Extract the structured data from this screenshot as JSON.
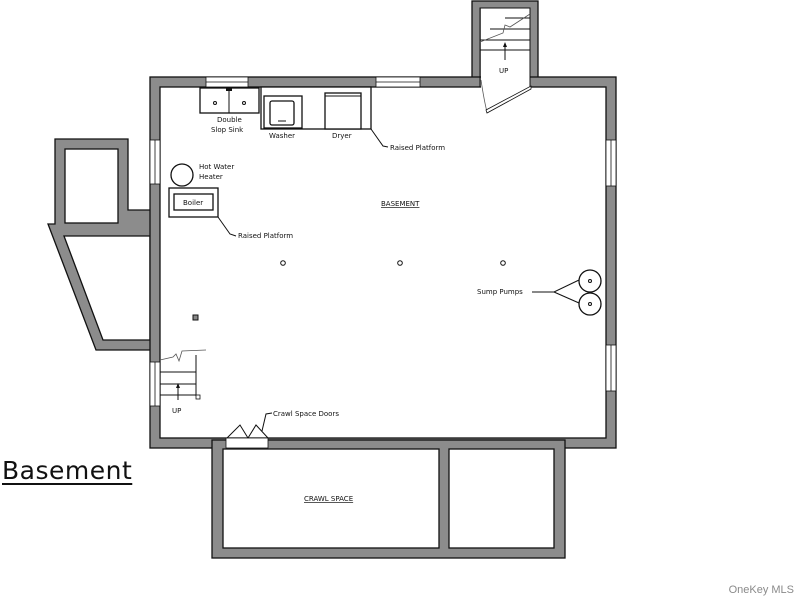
{
  "plan": {
    "title": "Basement",
    "rooms": {
      "basement": "BASEMENT",
      "crawl_space": "CRAWL SPACE"
    },
    "labels": {
      "sink_line1": "Double",
      "sink_line2": "Slop Sink",
      "washer": "Washer",
      "dryer": "Dryer",
      "raised_platform_top": "Raised Platform",
      "hot_water_line1": "Hot Water",
      "hot_water_line2": "Heater",
      "boiler": "Boiler",
      "raised_platform_left": "Raised Platform",
      "sump_pumps": "Sump Pumps",
      "crawl_doors": "Crawl Space Doors",
      "stair_up_left": "UP",
      "stair_up_top": "UP"
    }
  },
  "watermark": "OneKey MLS",
  "colors": {
    "wall": "#8c8c8c",
    "line": "#111111"
  }
}
